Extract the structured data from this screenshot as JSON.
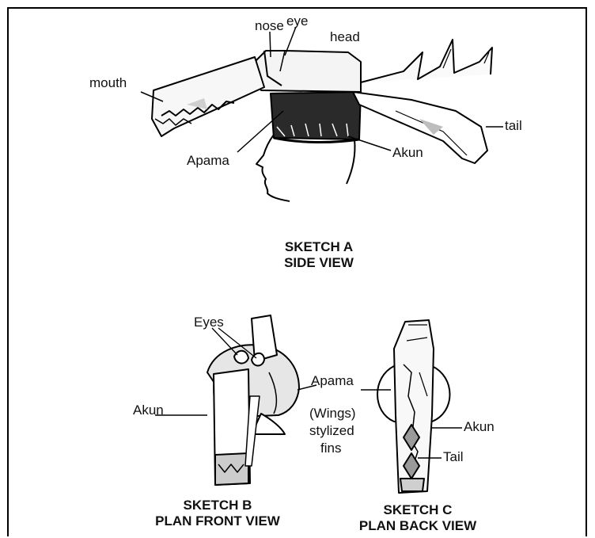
{
  "sketch_a": {
    "labels": {
      "nose": "nose",
      "eye": "eye",
      "head": "head",
      "mouth": "mouth",
      "tail": "tail",
      "apama": "Apama",
      "akun": "Akun"
    },
    "title_line1": "SKETCH A",
    "title_line2": "SIDE VIEW"
  },
  "sketch_b": {
    "labels": {
      "eyes": "Eyes",
      "akun": "Akun"
    },
    "title_line1": "SKETCH B",
    "title_line2": "PLAN FRONT VIEW"
  },
  "shared_labels": {
    "apama": "Apama",
    "wings": "(Wings)",
    "stylized": "stylized",
    "fins": "fins"
  },
  "sketch_c": {
    "labels": {
      "akun": "Akun",
      "tail": "Tail"
    },
    "title_line1": "SKETCH C",
    "title_line2": "PLAN BACK VIEW"
  }
}
